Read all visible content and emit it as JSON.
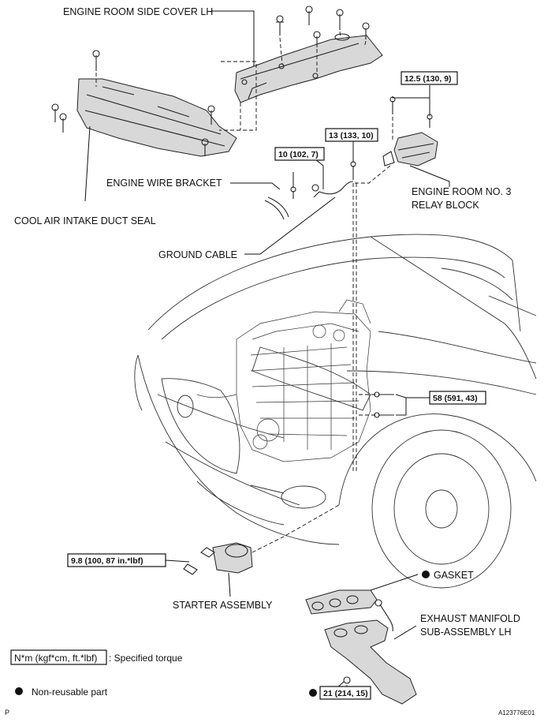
{
  "labels": {
    "engine_room_side_cover": "ENGINE ROOM SIDE COVER LH",
    "cool_air_intake_duct_seal": "COOL AIR INTAKE DUCT SEAL",
    "engine_wire_bracket": "ENGINE WIRE BRACKET",
    "ground_cable": "GROUND CABLE",
    "relay_block_line1": "ENGINE ROOM NO. 3",
    "relay_block_line2": "RELAY BLOCK",
    "starter_assembly": "STARTER ASSEMBLY",
    "gasket": "GASKET",
    "exhaust_line1": "EXHAUST MANIFOLD",
    "exhaust_line2": "SUB-ASSEMBLY LH"
  },
  "torques": {
    "relay_block": "12.5 (130, 9)",
    "ground_cable_bolt": "13 (133, 10)",
    "wire_bracket": "10 (102, 7)",
    "engine_bolts": "58 (591, 43)",
    "starter": "9.8 (100, 87 in.*lbf)",
    "exhaust_nut": "21 (214, 15)"
  },
  "legend": {
    "torque_unit_box": "N*m (kgf*cm, ft.*lbf)",
    "torque_desc": ": Specified torque",
    "nonreusable_desc": "Non-reusable part"
  },
  "footer": {
    "corner_mark": "P",
    "figure_id": "A123776E01"
  }
}
